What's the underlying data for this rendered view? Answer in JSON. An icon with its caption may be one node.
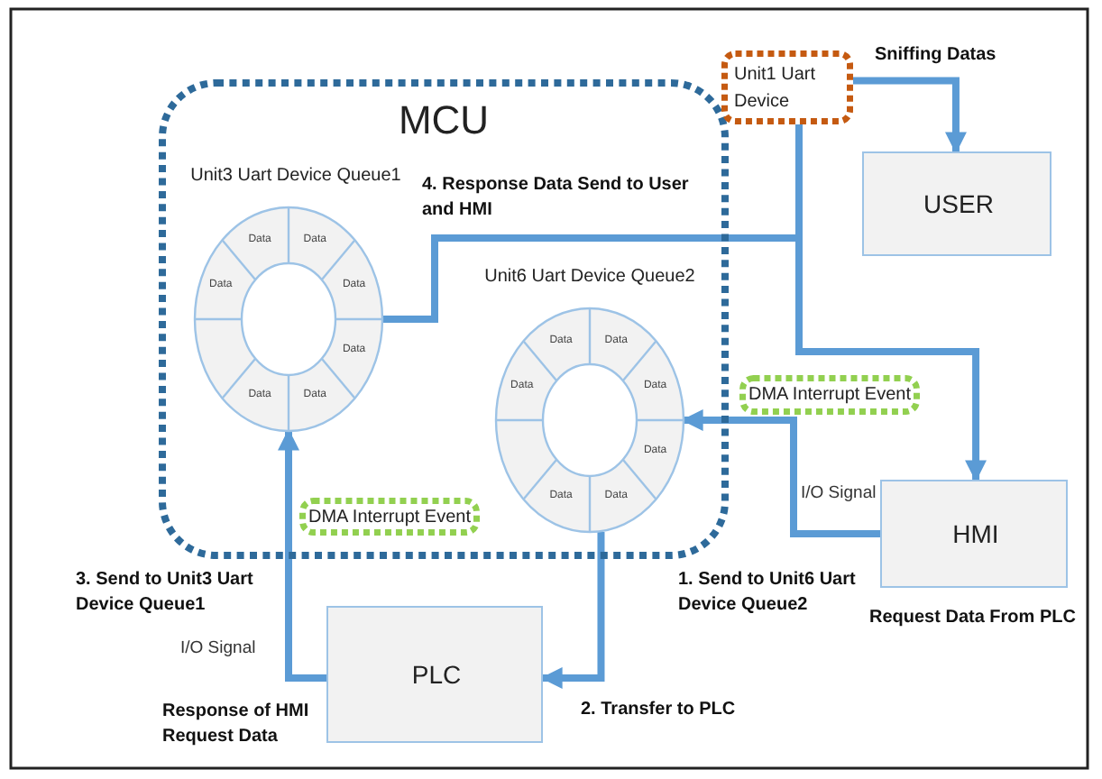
{
  "diagram": {
    "nodes": [
      {
        "text": [
          "MCU"
        ]
      },
      {
        "text": [
          "Unit3 Uart Device Queue1",
          "Data",
          "Data",
          "Data",
          "Data",
          "Data",
          "Data",
          "Data"
        ],
        "in": 0
      },
      {
        "text": [
          "Unit6 Uart Device Queue2",
          "Data",
          "Data",
          "Data",
          "Data",
          "Data",
          "Data",
          "Data"
        ],
        "in": 0
      },
      {
        "text": [
          "DMA Interrupt Event"
        ],
        "in": 0
      },
      {
        "text": [
          "Unit1 Uart Device"
        ]
      },
      {
        "text": [
          "USER"
        ]
      },
      {
        "text": [
          "DMA Interrupt Event"
        ]
      },
      {
        "text": [
          "HMI"
        ],
        "beside": [
          "Request Data From PLC"
        ]
      },
      {
        "text": [
          "PLC"
        ],
        "beside": [
          "Response of HMI Request Data"
        ]
      }
    ],
    "edges": [
      {
        "from": 4,
        "to": 5,
        "arrow": "to",
        "label": "Sniffing Datas"
      },
      {
        "from": 1,
        "to": 4,
        "arrow": "none",
        "label": "4. Response Data Send to User and HMI"
      },
      {
        "from": 1,
        "to": 7,
        "arrow": "to"
      },
      {
        "from": 7,
        "to": 2,
        "arrow": "to",
        "label": "1. Send to Unit6 Uart Device Queue2"
      },
      {
        "from": 2,
        "to": 8,
        "arrow": "to",
        "label": "2. Transfer to PLC"
      },
      {
        "from": 8,
        "to": 1,
        "arrow": "to",
        "label": "3. Send to Unit3 Uart Device Queue1"
      }
    ],
    "labels": [
      "I/O Signal",
      "I/O Signal"
    ]
  }
}
